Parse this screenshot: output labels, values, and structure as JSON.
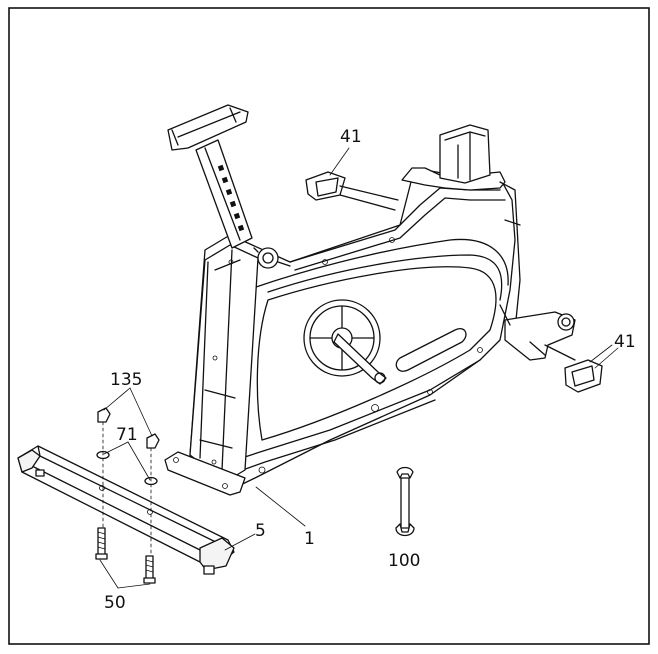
{
  "callouts": {
    "part_41_top": "41",
    "part_41_right": "41",
    "part_135": "135",
    "part_71": "71",
    "part_5": "5",
    "part_1": "1",
    "part_100": "100",
    "part_50": "50"
  },
  "colors": {
    "line": "#111111",
    "background": "#ffffff"
  }
}
